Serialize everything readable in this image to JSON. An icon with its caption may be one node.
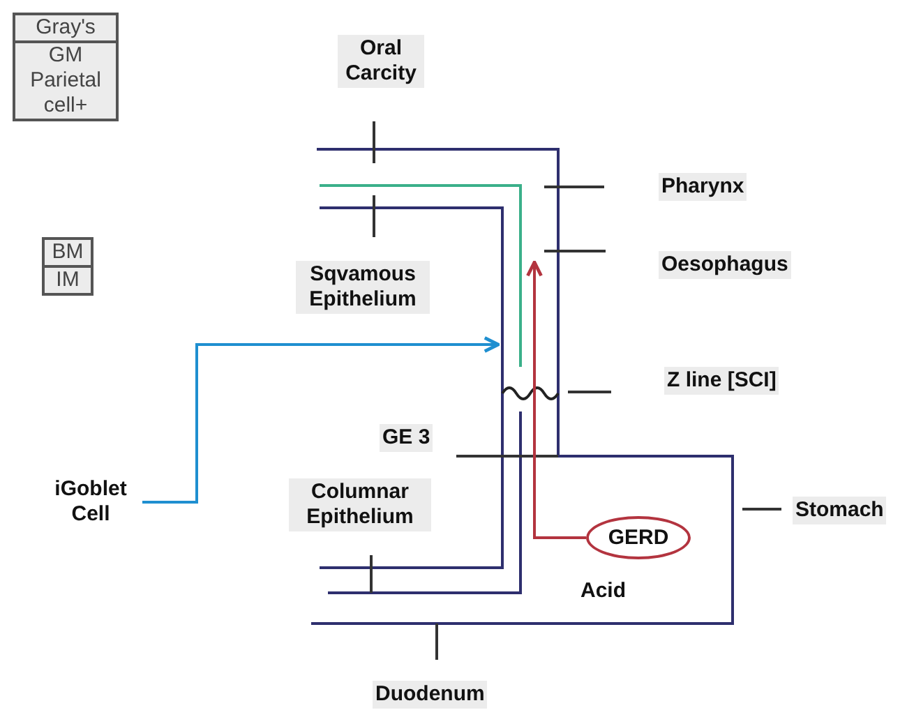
{
  "diagram": {
    "nodes": [
      {
        "text": [
          "Gray's",
          "GM Parietal cell+"
        ]
      },
      {
        "text": [
          "BM",
          "IM"
        ]
      },
      {
        "text": [
          "iGoblet Cell"
        ]
      },
      {
        "text": [
          "GERD"
        ]
      }
    ],
    "edges": [
      {
        "from": 2,
        "to": null,
        "arrow": "to",
        "color": "#1f8fd0"
      },
      {
        "from": 3,
        "to": null,
        "arrow": "to",
        "color": "#b3343f"
      }
    ],
    "labels": [
      "Oral Carcity",
      "Pharynx",
      "Oesophagus",
      "Sqvamous Epithelium",
      "Z line [SCI]",
      "GE 3",
      "Columnar Epithelium",
      "Stomach",
      "Acid",
      "Duodenum"
    ]
  }
}
